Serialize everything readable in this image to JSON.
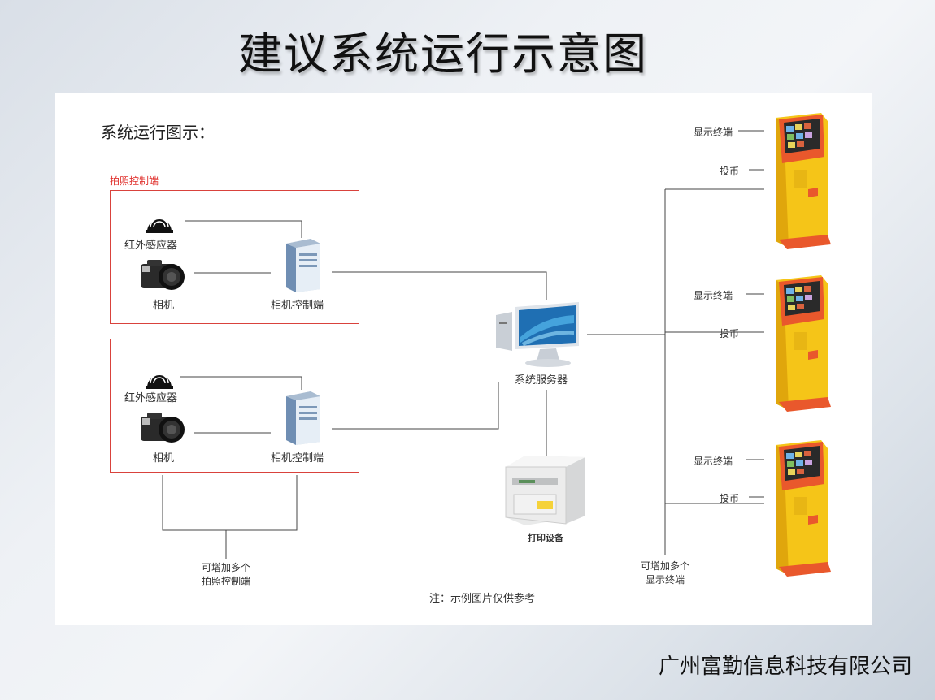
{
  "slide": {
    "title": "建议系统运行示意图",
    "company": "广州富勤信息科技有限公司"
  },
  "diagram": {
    "heading": "系统运行图示：",
    "group_label": "拍照控制端",
    "groups": [
      {
        "sensor": "红外感应器",
        "camera": "相机",
        "controller": "相机控制端"
      },
      {
        "sensor": "红外感应器",
        "camera": "相机",
        "controller": "相机控制端"
      }
    ],
    "server": "系统服务器",
    "printer": "打印设备",
    "more_capture_line1": "可增加多个",
    "more_capture_line2": "拍照控制端",
    "more_display_line1": "可增加多个",
    "more_display_line2": "显示终端",
    "note": "注：示例图片仅供参考",
    "kiosks": [
      {
        "display": "显示终端",
        "coin": "投币"
      },
      {
        "display": "显示终端",
        "coin": "投币"
      },
      {
        "display": "显示终端",
        "coin": "投币"
      }
    ]
  },
  "colors": {
    "accent_red": "#d9423c",
    "kiosk_body": "#f5c518",
    "kiosk_screen_frame": "#e9582c"
  }
}
